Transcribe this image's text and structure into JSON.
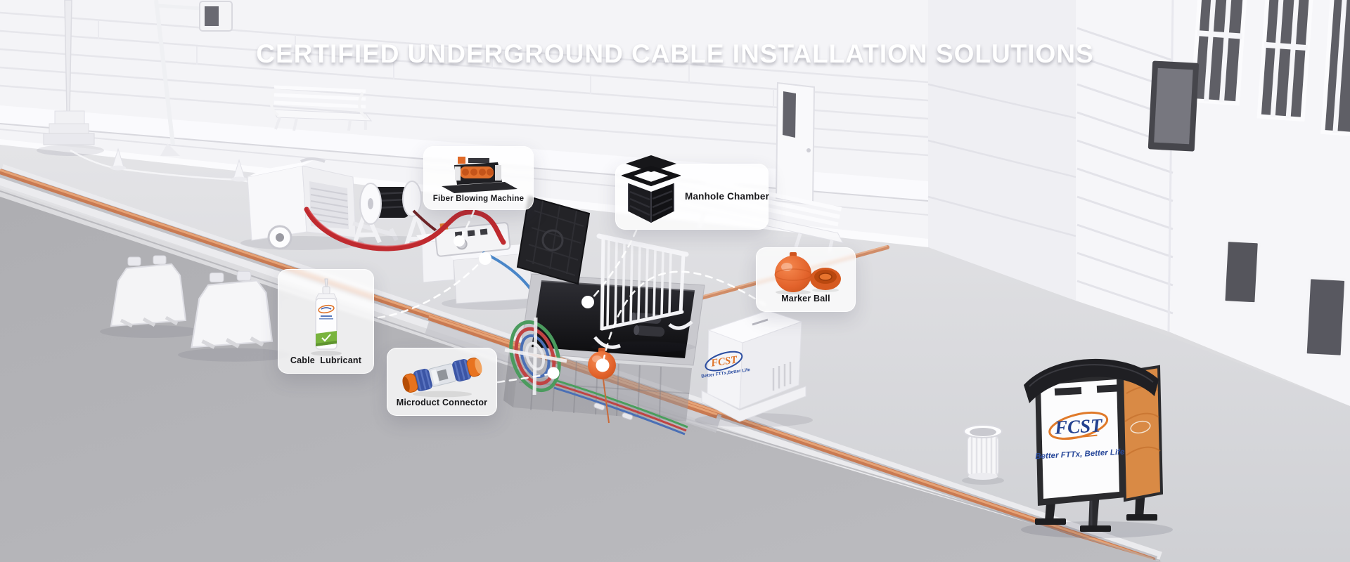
{
  "title": "CERTIFIED UNDERGROUND CABLE INSTALLATION SOLUTIONS",
  "callouts": [
    {
      "id": "fiber-blowing-machine",
      "label": "Fiber Blowing Machine",
      "image": "fiber-blowing-machine-illustration"
    },
    {
      "id": "manhole-chamber",
      "label": "Manhole Chamber",
      "image": "manhole-chamber-illustration"
    },
    {
      "id": "marker-ball",
      "label": "Marker Ball",
      "image": "marker-ball-illustration"
    },
    {
      "id": "cable-lubricant",
      "label": "Cable  Lubricant",
      "image": "lubricant-bottle-illustration"
    },
    {
      "id": "microduct-connector",
      "label": "Microduct Connector",
      "image": "microduct-connector-illustration"
    }
  ],
  "billboard": {
    "logo_text": "FCST",
    "tagline": "Better FTTx, Better Life"
  },
  "cabinet": {
    "logo_text": "FCST",
    "tagline": "Better FTTx,Better Life"
  },
  "colors": {
    "accent_orange": "#E8731F",
    "marker_ball_orange": "#E2622B",
    "copper_cable": "#C97A52",
    "logo_blue": "#23418F",
    "logo_orange": "#E0752A",
    "card_background": "rgba(255,255,255,0.76)",
    "label_text": "#17171A",
    "road_gray": "#B2B3B7",
    "sidewalk_gray": "#D7D7DA",
    "building_white": "#F4F4F7"
  }
}
